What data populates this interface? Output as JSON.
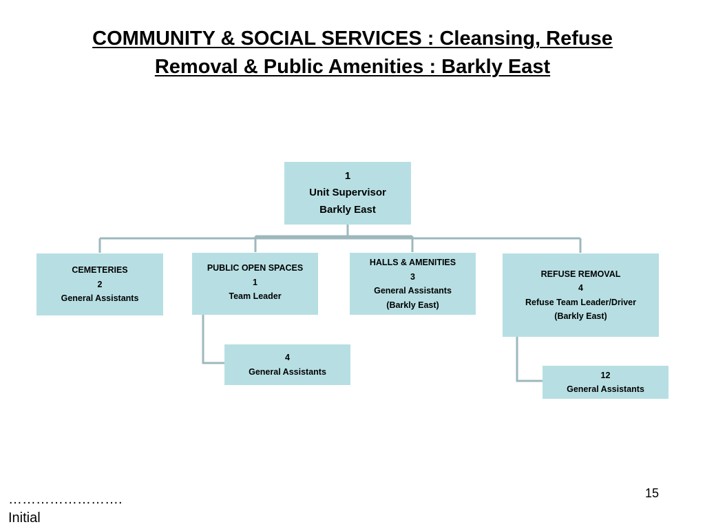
{
  "title": {
    "line1": "COMMUNITY & SOCIAL SERVICES : Cleansing, Refuse",
    "line2": "Removal & Public Amenities : Barkly East"
  },
  "org_chart": {
    "root": {
      "lines": [
        "1",
        "Unit Supervisor",
        "Barkly East"
      ]
    },
    "departments": {
      "cemeteries": {
        "lines": [
          "CEMETERIES",
          "2",
          "General Assistants"
        ]
      },
      "public_open_spaces": {
        "lines": [
          "PUBLIC OPEN SPACES",
          "1",
          "Team Leader"
        ]
      },
      "halls_amenities": {
        "lines": [
          "HALLS & AMENITIES",
          "3",
          "General Assistants",
          "(Barkly East)"
        ]
      },
      "refuse_removal": {
        "lines": [
          "REFUSE REMOVAL",
          "4",
          "Refuse Team Leader/Driver",
          "(Barkly East)"
        ]
      }
    },
    "sub_units": {
      "public_open_spaces_assistants": {
        "lines": [
          "4",
          "General Assistants"
        ]
      },
      "refuse_removal_assistants": {
        "lines": [
          "12",
          "General Assistants"
        ]
      }
    },
    "colors": {
      "box_fill": "#b7dfe3",
      "connector": "#9db8bc"
    }
  },
  "footer": {
    "page_number": "15",
    "signature_dots": "…………………….",
    "initial_label": "Initial"
  }
}
